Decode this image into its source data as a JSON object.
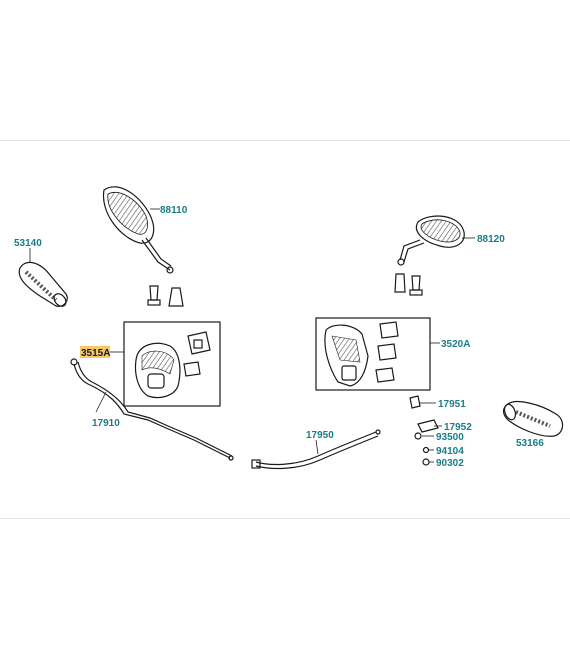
{
  "callouts": [
    {
      "id": "88110",
      "text": "88110",
      "highlight": false
    },
    {
      "id": "88120",
      "text": "88120",
      "highlight": false
    },
    {
      "id": "53140",
      "text": "53140",
      "highlight": false
    },
    {
      "id": "3515A",
      "text": "3515A",
      "highlight": true
    },
    {
      "id": "3520A",
      "text": "3520A",
      "highlight": false
    },
    {
      "id": "17910",
      "text": "17910",
      "highlight": false
    },
    {
      "id": "17950",
      "text": "17950",
      "highlight": false
    },
    {
      "id": "17951",
      "text": "17951",
      "highlight": false
    },
    {
      "id": "17952",
      "text": "17952",
      "highlight": false
    },
    {
      "id": "93500",
      "text": "93500",
      "highlight": false
    },
    {
      "id": "94104",
      "text": "94104",
      "highlight": false
    },
    {
      "id": "90302",
      "text": "90302",
      "highlight": false
    },
    {
      "id": "53166",
      "text": "53166",
      "highlight": false
    }
  ],
  "colors": {
    "label": "#1b7d86",
    "highlight": "#f5c86a",
    "line": "#1a1a1a"
  }
}
